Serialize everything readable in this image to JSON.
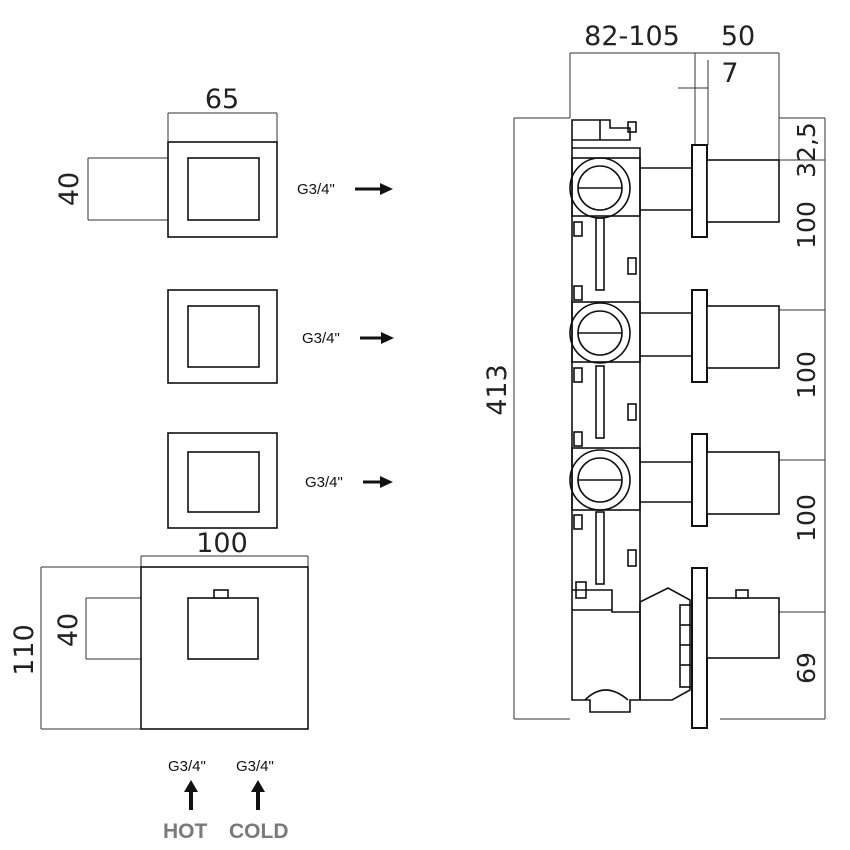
{
  "front_view": {
    "top_plate_width": "65",
    "top_handle_height": "40",
    "base_plate_width": "100",
    "base_plate_height": "110",
    "base_handle_height": "40",
    "connection_label": "G3/4\"",
    "hot_label": "HOT",
    "cold_label": "COLD"
  },
  "side_view": {
    "body_depth": "82-105",
    "handle_depth": "50",
    "plate_thickness": "7",
    "total_height": "413",
    "top_offset": "32,5",
    "spacing_1": "100",
    "spacing_2": "100",
    "spacing_3": "100",
    "bottom_offset": "69"
  }
}
